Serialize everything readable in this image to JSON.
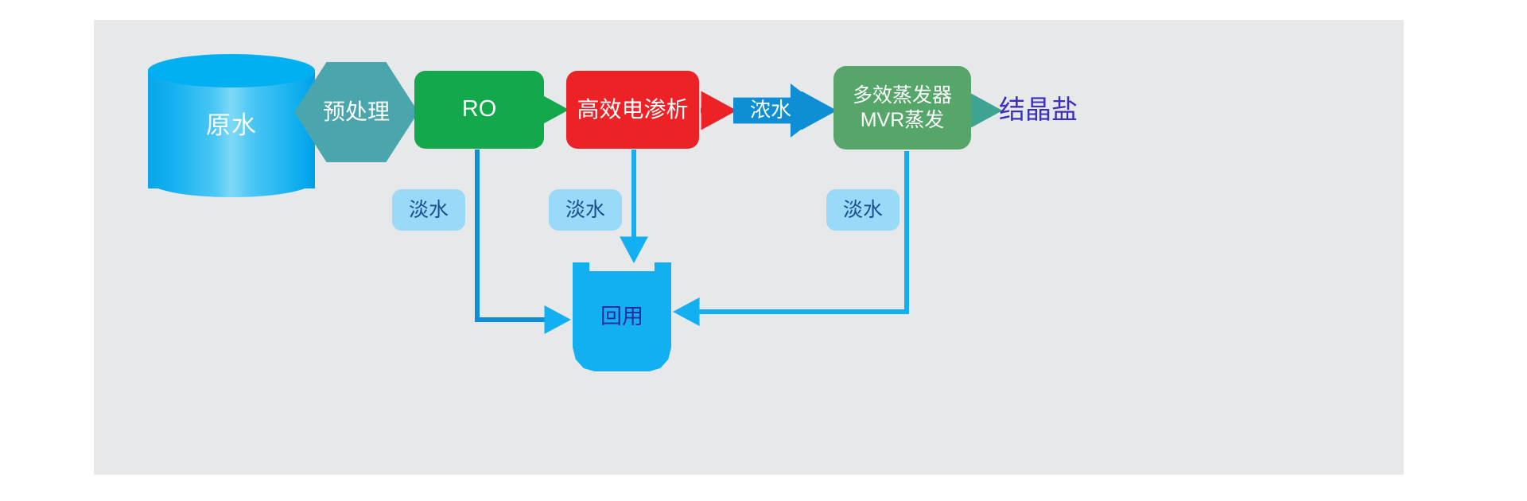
{
  "diagram": {
    "title": "zero-liquid-discharge water treatment process flow",
    "canvas_bg": "#e7e8ea",
    "nodes": {
      "raw_water": {
        "label": "原水",
        "shape": "cylinder",
        "color": "#00b0f0",
        "text_color": "#ffffff"
      },
      "pretreatment": {
        "label": "预处理",
        "shape": "hexagon",
        "color": "#4aa5ad",
        "text_color": "#ffffff"
      },
      "ro": {
        "label": "RO",
        "shape": "rounded-rect",
        "color": "#13a84b",
        "text_color": "#ffffff"
      },
      "electrodialysis": {
        "label": "高效电渗析",
        "shape": "rounded-rect",
        "color": "#ec2227",
        "text_color": "#ffffff"
      },
      "concentrate": {
        "label": "浓水",
        "shape": "block-arrow",
        "color": "#0d8ed5",
        "text_color": "#ffffff"
      },
      "evaporator": {
        "label": "多效蒸发器\nMVR蒸发",
        "shape": "rounded-rect",
        "color": "#55a668",
        "text_color": "#ffffff"
      },
      "crystal_salt": {
        "label": "结晶盐",
        "shape": "text",
        "color": "#3b2fbb"
      },
      "reuse_tank": {
        "label": "回用",
        "shape": "tank",
        "color": "#12b0f0",
        "text_color": "#2a2a9e"
      }
    },
    "fresh_water_labels": [
      {
        "label": "淡水",
        "source": "ro"
      },
      {
        "label": "淡水",
        "source": "electrodialysis"
      },
      {
        "label": "淡水",
        "source": "evaporator"
      }
    ],
    "connectors": [
      {
        "from": "raw_water",
        "to": "pretreatment",
        "color": "#0d8ed5",
        "direction": "right"
      },
      {
        "from": "pretreatment",
        "to": "ro",
        "color": "#4aa5ad",
        "direction": "right"
      },
      {
        "from": "ro",
        "to": "electrodialysis",
        "color": "#13a84b",
        "direction": "right"
      },
      {
        "from": "electrodialysis",
        "to": "concentrate",
        "color": "#ec2227",
        "direction": "right"
      },
      {
        "from": "concentrate",
        "to": "evaporator",
        "color": "#0d8ed5",
        "direction": "right"
      },
      {
        "from": "evaporator",
        "to": "crystal_salt",
        "color": "#3fa392",
        "direction": "right"
      },
      {
        "from": "ro",
        "to": "reuse_tank",
        "color": "#0d8ed5",
        "direction": "down-right",
        "label": "淡水"
      },
      {
        "from": "electrodialysis",
        "to": "reuse_tank",
        "color": "#12b0f0",
        "direction": "down",
        "label": "淡水"
      },
      {
        "from": "evaporator",
        "to": "reuse_tank",
        "color": "#12b0f0",
        "direction": "down-left",
        "label": "淡水"
      }
    ]
  }
}
